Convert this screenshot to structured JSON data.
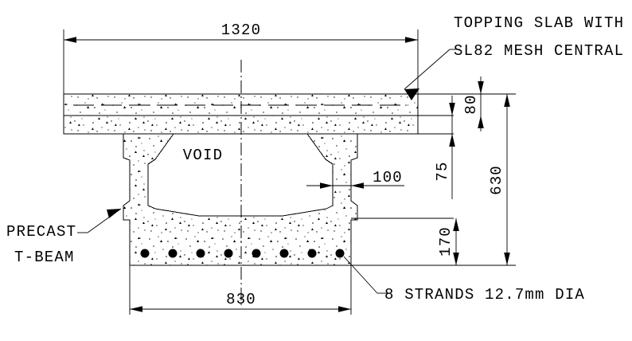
{
  "drawing": {
    "title_note_top": {
      "line1": "TOPPING SLAB WITH",
      "line2": "SL82 MESH CENTRAL"
    },
    "labels": {
      "void": "VOID",
      "precast_line1": "PRECAST",
      "precast_line2": "T-BEAM",
      "strands": "8 STRANDS 12.7mm DIA"
    },
    "dimensions": {
      "overall_width": "1320",
      "bottom_width": "830",
      "topping_thickness": "80",
      "flange_depth": "75",
      "web_thickness": "100",
      "bottom_flange_depth": "170",
      "overall_depth": "630"
    },
    "counts": {
      "strand_count": 8
    },
    "colors": {
      "line": "#000000",
      "background": "#ffffff",
      "strand_fill": "#000000"
    }
  }
}
